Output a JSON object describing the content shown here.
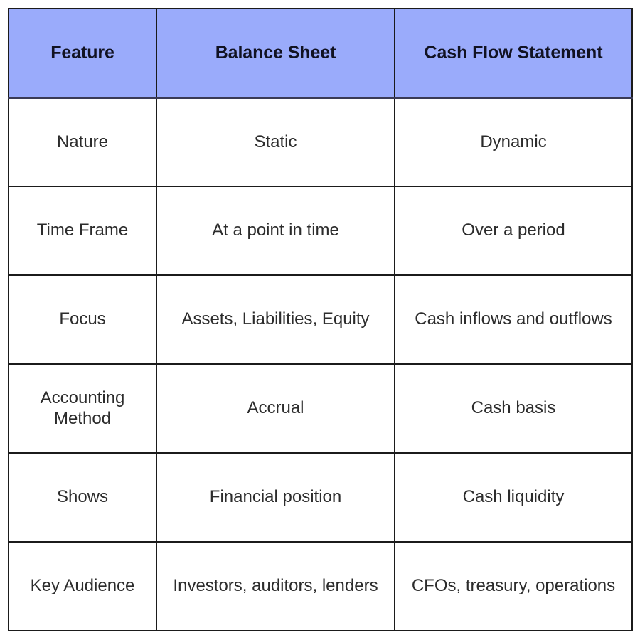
{
  "table": {
    "columns": [
      {
        "key": "feature",
        "label": "Feature"
      },
      {
        "key": "balance_sheet",
        "label": "Balance Sheet"
      },
      {
        "key": "cash_flow_statement",
        "label": "Cash Flow Statement"
      }
    ],
    "rows": [
      {
        "feature": "Nature",
        "balance_sheet": "Static",
        "cash_flow_statement": "Dynamic"
      },
      {
        "feature": "Time Frame",
        "balance_sheet": "At a point in time",
        "cash_flow_statement": "Over a period"
      },
      {
        "feature": "Focus",
        "balance_sheet": "Assets, Liabilities, Equity",
        "cash_flow_statement": "Cash inflows and outflows"
      },
      {
        "feature": "Accounting Method",
        "balance_sheet": "Accrual",
        "cash_flow_statement": "Cash basis"
      },
      {
        "feature": "Shows",
        "balance_sheet": "Financial position",
        "cash_flow_statement": "Cash liquidity"
      },
      {
        "feature": "Key Audience",
        "balance_sheet": "Investors, auditors, lenders",
        "cash_flow_statement": "CFOs, treasury, operations"
      }
    ]
  },
  "colors": {
    "header_background": "#9AABFB",
    "header_text": "#111222",
    "body_background": "#FFFFFF",
    "body_text": "#2C2C2C",
    "border": "#1B1B1B",
    "header_bottom_border": "#3A3A55",
    "page_background": "#FFFFFF"
  }
}
